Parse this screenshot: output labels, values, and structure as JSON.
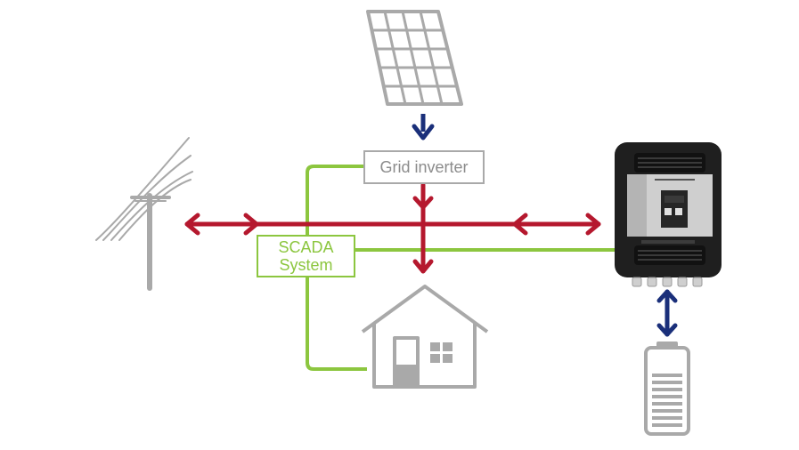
{
  "labels": {
    "grid_inverter": "Grid inverter",
    "scada_line1": "SCADA",
    "scada_line2": "System"
  },
  "colors": {
    "ac_power": "#b5182e",
    "dc_power": "#1a2f7a",
    "communication": "#8cc63f",
    "outline_grey": "#a9a9a9",
    "device_dark": "#1f1f1f",
    "device_panel": "#c9c9c9"
  },
  "icons": {
    "solar_panel": "solar-panel-icon",
    "utility_pole": "utility-pole-icon",
    "house": "house-icon",
    "battery": "battery-icon",
    "inverter_charger": "inverter-charger-device"
  }
}
